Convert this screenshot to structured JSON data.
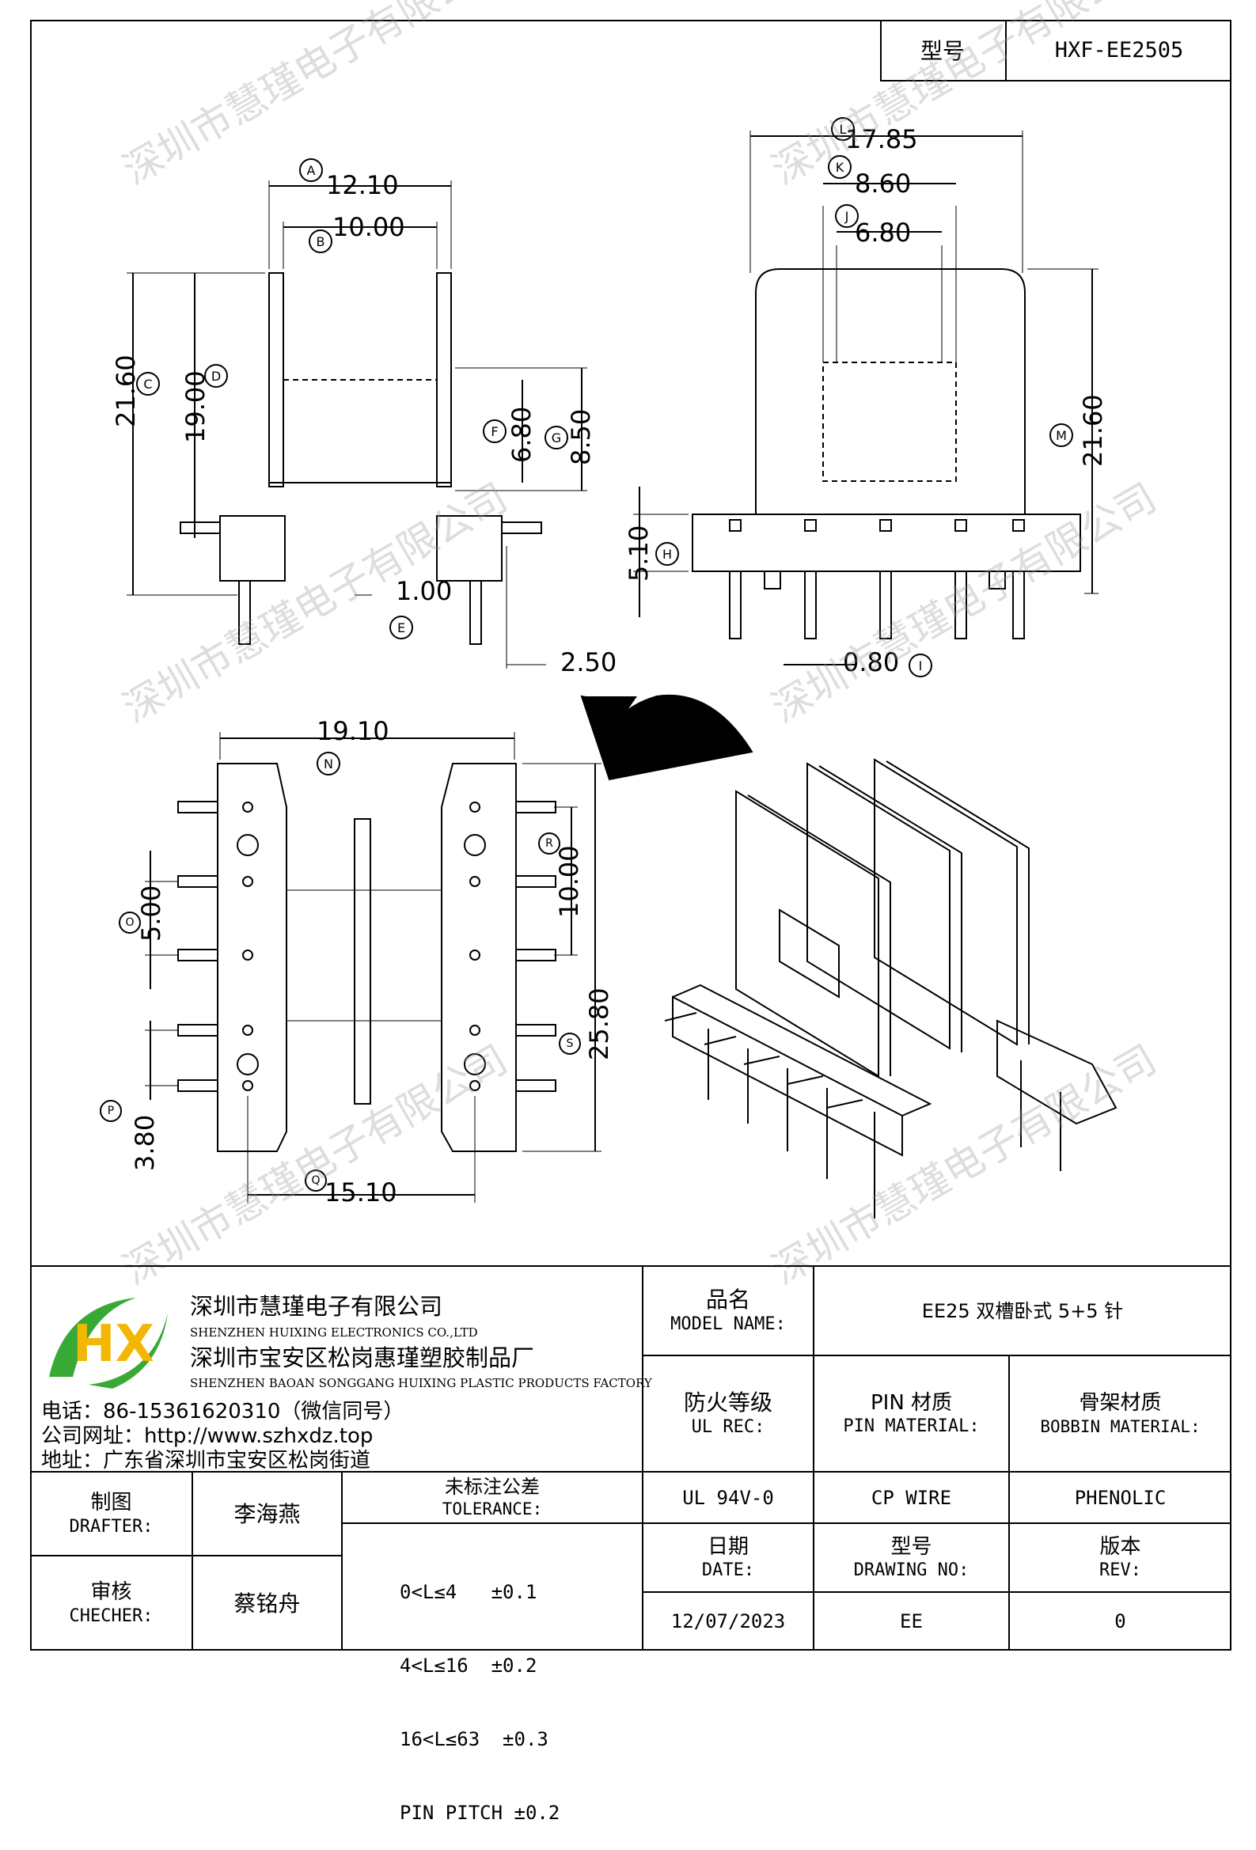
{
  "header": {
    "model_label": "型号",
    "model_value": "HXF-EE2505"
  },
  "dimensions": {
    "A": {
      "label": "A",
      "value": "12.10"
    },
    "B": {
      "label": "B",
      "value": "10.00"
    },
    "C": {
      "label": "C",
      "value": "21.60"
    },
    "D": {
      "label": "D",
      "value": "19.00"
    },
    "E": {
      "label": "E",
      "value": "1.00"
    },
    "F": {
      "label": "F",
      "value": "6.80"
    },
    "G": {
      "label": "G",
      "value": "8.50"
    },
    "extra": {
      "value": "2.50"
    },
    "L": {
      "label": "L",
      "value": "17.85"
    },
    "K": {
      "label": "K",
      "value": "8.60"
    },
    "J": {
      "label": "J",
      "value": "6.80"
    },
    "M": {
      "label": "M",
      "value": "21.60"
    },
    "H": {
      "label": "H",
      "value": "5.10"
    },
    "I": {
      "label": "I",
      "value": "0.80"
    },
    "N": {
      "label": "N",
      "value": "19.10"
    },
    "R": {
      "label": "R",
      "value": "10.00"
    },
    "O": {
      "label": "O",
      "value": "5.00"
    },
    "S": {
      "label": "S",
      "value": "25.80"
    },
    "P": {
      "label": "P",
      "value": "3.80"
    },
    "Q": {
      "label": "Q",
      "value": "15.10"
    }
  },
  "watermark": "深圳市慧瑾电子有限公司",
  "company": {
    "name_cn": "深圳市慧瑾电子有限公司",
    "name_en": "SHENZHEN HUIXING ELECTRONICS CO.,LTD",
    "factory_cn": "深圳市宝安区松岗惠瑾塑胶制品厂",
    "factory_en": "SHENZHEN BAOAN SONGGANG HUIXING PLASTIC PRODUCTS FACTORY",
    "phone": "电话：86-15361620310（微信同号）",
    "website": "公司网址：http://www.szhxdz.top",
    "address": "地址：广东省深圳市宝安区松岗街道",
    "logo_text": "HX"
  },
  "titleblock": {
    "model_name_cn": "品名",
    "model_name_en": "MODEL NAME:",
    "model_name_value": "EE25 双槽卧式 5+5 针",
    "ul_cn": "防火等级",
    "ul_en": "UL REC:",
    "pin_cn": "PIN 材质",
    "pin_en": "PIN MATERIAL:",
    "bobbin_cn": "骨架材质",
    "bobbin_en": "BOBBIN MATERIAL:",
    "ul_value": "UL 94V-0",
    "pin_value": "CP WIRE",
    "bobbin_value": "PHENOLIC",
    "drafter_cn": "制图",
    "drafter_en": "DRAFTER:",
    "drafter_name": "李海燕",
    "checker_cn": "审核",
    "checker_en": "CHECHER:",
    "checker_name": "蔡铭舟",
    "tolerance_cn": "未标注公差",
    "tolerance_en": "TOLERANCE:",
    "tolerance_lines": [
      "0<L≤4   ±0.1",
      "4<L≤16  ±0.2",
      "16<L≤63  ±0.3",
      "PIN PITCH ±0.2"
    ],
    "date_cn": "日期",
    "date_en": "DATE:",
    "drawing_cn": "型号",
    "drawing_en": "DRAWING NO:",
    "rev_cn": "版本",
    "rev_en": "REV:",
    "date_value": "12/07/2023",
    "drawing_value": "EE",
    "rev_value": "0"
  },
  "colors": {
    "logo_green": "#39a935",
    "logo_yellow": "#f2b705",
    "line": "#000000"
  }
}
